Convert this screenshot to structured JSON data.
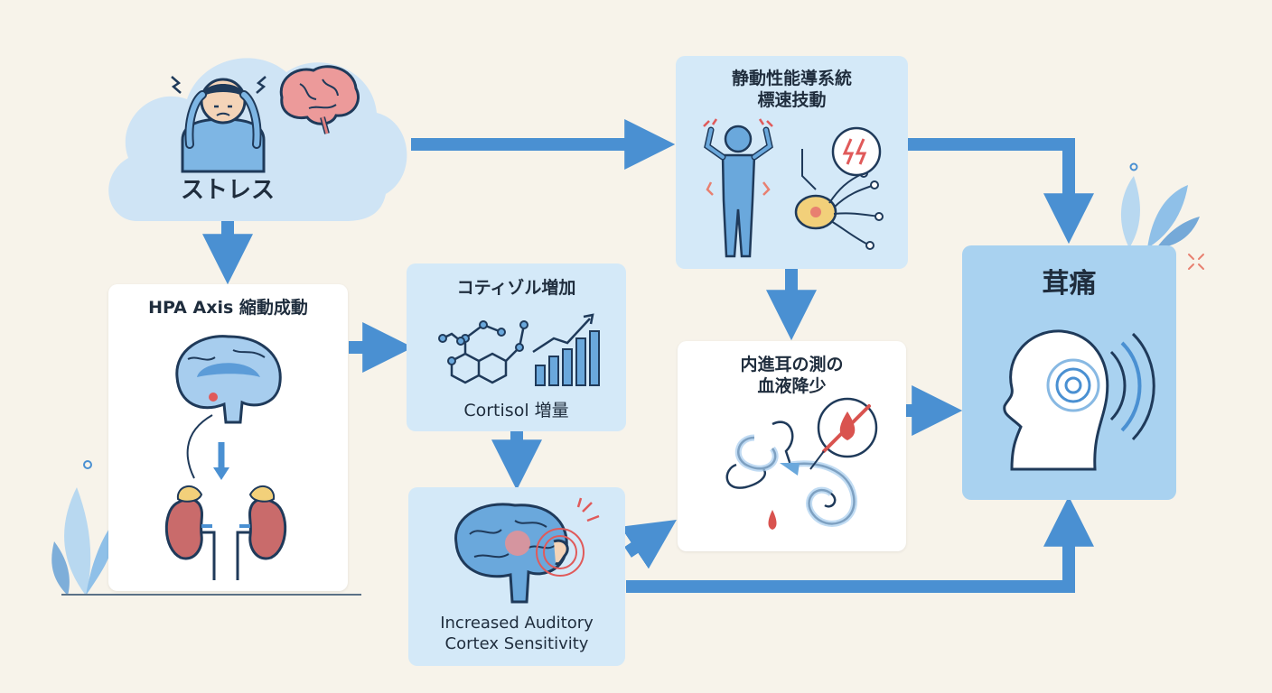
{
  "nodes": {
    "stress": {
      "label": "ストレス"
    },
    "hpa": {
      "label": "HPA Axis 縮動成動"
    },
    "cortisol": {
      "label_jp": "コティゾル増加",
      "label_en": "Cortisol 増量"
    },
    "sympathetic": {
      "label": "静動性能導系統\n標速技動"
    },
    "auditory": {
      "label": "Increased Auditory\nCortex Sensitivity"
    },
    "inner_ear": {
      "label": "内進耳の測の\n血液降少"
    },
    "tinnitus": {
      "label": "茸痛"
    }
  },
  "colors": {
    "background": "#f7f3ea",
    "arrow": "#4a90d2",
    "box_blue": "#d4e9f8",
    "box_target": "#a9d2f0",
    "icon_blue": "#6aa8dc",
    "accent_red": "#d9534f"
  },
  "icons": {
    "stress": [
      "stressed-person-icon",
      "brain-icon",
      "cloud-icon"
    ],
    "hpa": [
      "brain-cross-section-icon",
      "kidney-icon",
      "adrenal-gland-icon"
    ],
    "cortisol": [
      "molecule-icon",
      "bar-chart-icon"
    ],
    "sympathetic": [
      "tense-person-icon",
      "neuron-icon",
      "lightning-icon"
    ],
    "auditory": [
      "brain-ear-icon"
    ],
    "inner_ear": [
      "cochlea-icon",
      "blood-drop-icon"
    ],
    "tinnitus": [
      "head-sound-waves-icon"
    ]
  }
}
